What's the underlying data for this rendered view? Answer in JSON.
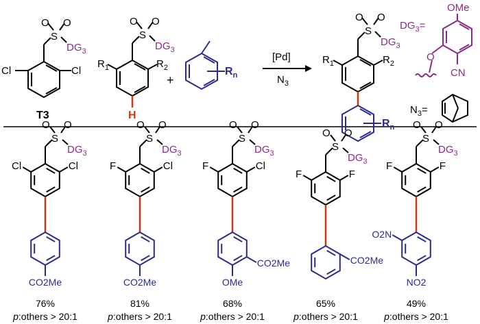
{
  "colors": {
    "black": "#000000",
    "dg_purple": "#8a2a86",
    "ring_blue": "#2b2a8c",
    "bond_red": "#c43b1a"
  },
  "scheme": {
    "t3_label": "T3",
    "t3_substituent_left": "Cl",
    "t3_substituent_right": "Cl",
    "substrate_r1": "R",
    "substrate_r1_sub": "1",
    "substrate_r2": "R",
    "substrate_r2_sub": "2",
    "substrate_h": "H",
    "plus": "+",
    "toluene_rn": "R",
    "toluene_rn_sub": "n",
    "arrow_top": "[Pd]",
    "arrow_bottom": "N",
    "arrow_bottom_sub": "3",
    "product_r1": "R",
    "product_r1_sub": "1",
    "product_r2": "R",
    "product_r2_sub": "2",
    "product_rn": "R",
    "product_rn_sub": "n",
    "dg3_def": "DG",
    "dg3_def_sub": "3",
    "dg3_def_eq": "=",
    "dg3_ome": "OMe",
    "dg3_o": "O",
    "dg3_cn": "CN",
    "n3_def": "N",
    "n3_def_sub": "3",
    "n3_def_eq": "=",
    "sulfonyl_s": "S",
    "sulfonyl_o1": "O",
    "sulfonyl_o2": "O",
    "dg": "DG",
    "dg_sub": "3"
  },
  "products": [
    {
      "left_sub": "Cl",
      "right_sub": "Cl",
      "aryl_sub_bottom": "CO2Me",
      "yield": "76%",
      "selectivity_italic": "p",
      "selectivity_rest": ":others > 20:1"
    },
    {
      "left_sub": "F",
      "right_sub": "Cl",
      "aryl_sub_bottom": "CO2Me",
      "yield": "81%",
      "selectivity_italic": "p",
      "selectivity_rest": ":others > 20:1"
    },
    {
      "left_sub": "F",
      "right_sub": "Cl",
      "aryl_sub_right": "CO2Me",
      "aryl_sub_bottom": "OMe",
      "yield": "68%",
      "selectivity_italic": "p",
      "selectivity_rest": ":others > 20:1"
    },
    {
      "left_sub": "F",
      "right_sub": "F",
      "aryl_sub_right": "CO2Me",
      "yield": "65%",
      "selectivity_italic": "p",
      "selectivity_rest": ":others > 20:1"
    },
    {
      "left_sub": "F",
      "right_sub": "F",
      "aryl_sub_left": "O2N",
      "aryl_sub_bottom": "NO2",
      "yield": "49%",
      "selectivity_italic": "p",
      "selectivity_rest": ":others > 20:1"
    }
  ]
}
